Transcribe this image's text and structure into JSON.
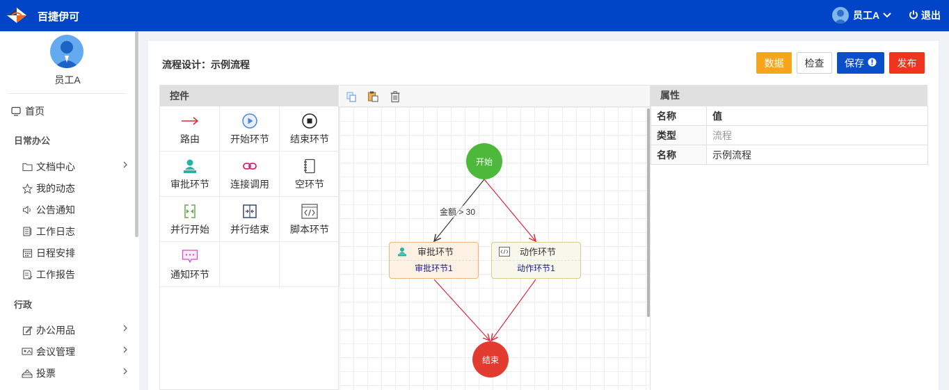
{
  "app": {
    "title": "百捷伊可"
  },
  "user": {
    "name": "员工A",
    "logout_label": "退出"
  },
  "sidebar": {
    "profile_name": "员工A",
    "home_label": "首页",
    "sections": [
      {
        "title": "日常办公",
        "items": [
          "文档中心",
          "我的动态",
          "公告通知",
          "工作日志",
          "日程安排",
          "工作报告"
        ]
      },
      {
        "title": "行政",
        "items": [
          "办公用品",
          "会议管理",
          "投票"
        ]
      }
    ]
  },
  "page": {
    "title": "流程设计：示例流程"
  },
  "toolbar": {
    "data_label": "数据",
    "check_label": "检查",
    "save_label": "保存",
    "publish_label": "发布"
  },
  "controls": {
    "header": "控件",
    "items": [
      "路由",
      "开始环节",
      "结束环节",
      "审批环节",
      "连接调用",
      "空环节",
      "并行开始",
      "并行结束",
      "脚本环节",
      "通知环节"
    ]
  },
  "canvas": {
    "start_label": "开始",
    "end_label": "结束",
    "approve_node": {
      "title": "审批环节",
      "name": "审批环节1"
    },
    "action_node": {
      "title": "动作环节",
      "name": "动作环节1"
    },
    "edge_condition": "金额 > 30"
  },
  "properties": {
    "header": "属性",
    "col_name": "名称",
    "col_value": "值",
    "rows": [
      {
        "key": "类型",
        "value": "流程"
      },
      {
        "key": "名称",
        "value": "示例流程"
      }
    ]
  },
  "colors": {
    "topbar": "#0045c8",
    "start_node": "#4cb93a",
    "end_node": "#e23c31",
    "edge_red": "#e0253a"
  }
}
